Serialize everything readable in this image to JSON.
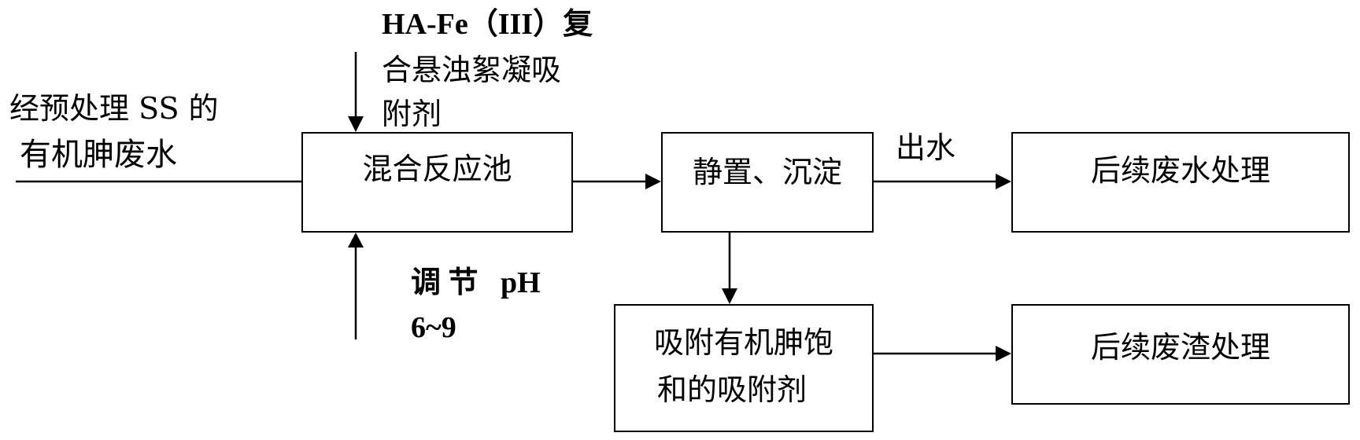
{
  "input": {
    "line1": "经预处理 SS 的",
    "line2": "有机胂废水"
  },
  "adsorbent": {
    "line1": "HA-Fe（III）复",
    "line2": "合悬浊絮凝吸",
    "line3": "附剂"
  },
  "ph": {
    "line1": "调 节   pH",
    "line2": "6~9"
  },
  "boxes": {
    "mixing": "混合反应池",
    "settling": "静置、沉淀",
    "wastewater": "后续废水处理",
    "saturated_line1": "吸附有机胂饱",
    "saturated_line2": "和的吸附剂",
    "residue": "后续废渣处理"
  },
  "outflow": "出水"
}
